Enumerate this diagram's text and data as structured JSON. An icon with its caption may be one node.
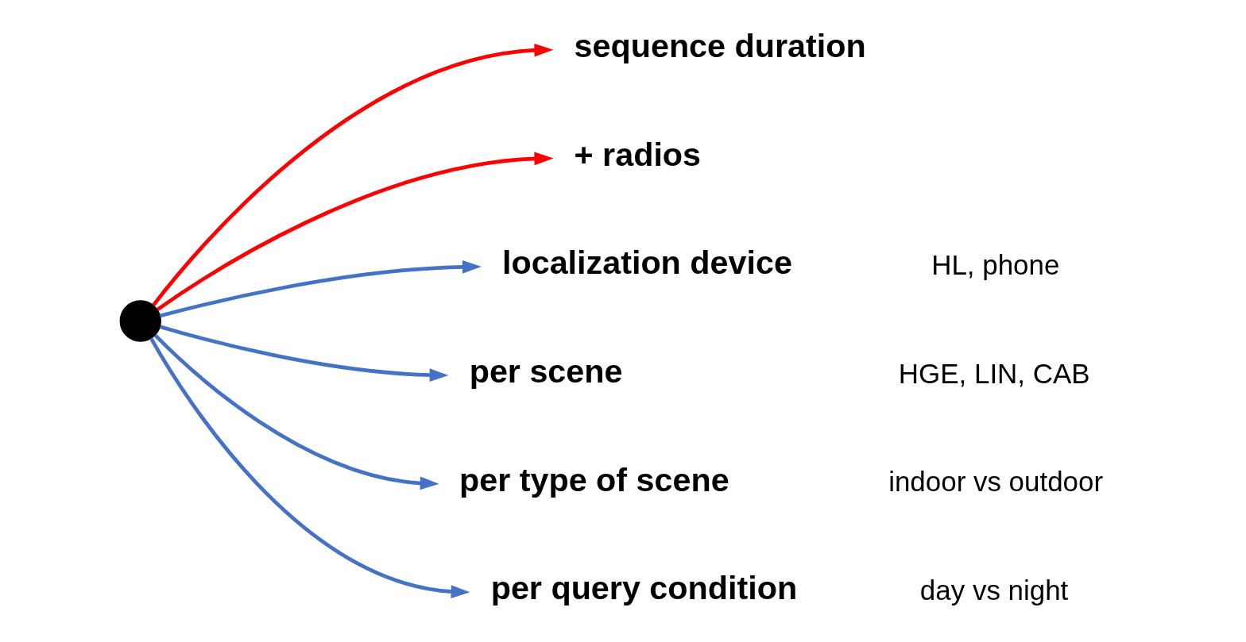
{
  "diagram": {
    "nodes": [
      {
        "text": [],
        "shape": "circle"
      },
      {
        "text": [
          "sequence duration"
        ]
      },
      {
        "text": [
          "+ radios"
        ]
      },
      {
        "text": [
          "localization device"
        ],
        "beside": [
          "HL, phone"
        ]
      },
      {
        "text": [
          "per scene"
        ],
        "beside": [
          "HGE, LIN, CAB"
        ]
      },
      {
        "text": [
          "per type of scene"
        ],
        "beside": [
          "indoor vs outdoor"
        ]
      },
      {
        "text": [
          "per query condition"
        ],
        "beside": [
          "day vs night"
        ]
      }
    ],
    "edges": [
      {
        "from": 0,
        "to": 1,
        "arrow": "to",
        "color": "#ff0000"
      },
      {
        "from": 0,
        "to": 2,
        "arrow": "to",
        "color": "#ff0000"
      },
      {
        "from": 0,
        "to": 3,
        "arrow": "to"
      },
      {
        "from": 0,
        "to": 4,
        "arrow": "to"
      },
      {
        "from": 0,
        "to": 5,
        "arrow": "to"
      },
      {
        "from": 0,
        "to": 6,
        "arrow": "to"
      }
    ]
  }
}
